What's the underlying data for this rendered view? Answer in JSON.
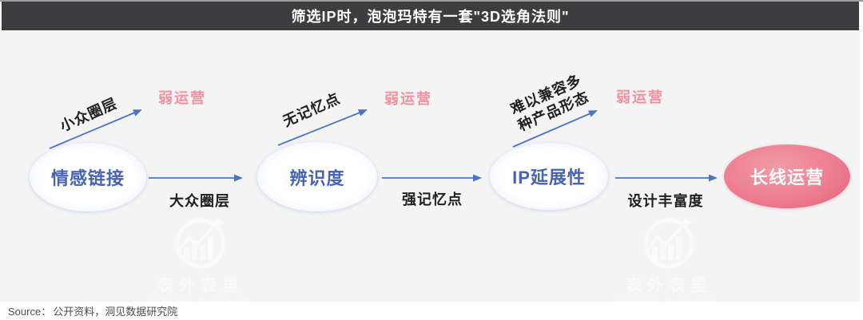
{
  "header": {
    "title": "筛选IP时，泡泡玛特有一套\"3D选角法则\""
  },
  "flow": {
    "nodes": [
      {
        "label": "情感链接"
      },
      {
        "label": "辨识度"
      },
      {
        "label": "IP延展性"
      },
      {
        "label": "长线运营"
      }
    ],
    "pass_labels": [
      "大众圈层",
      "强记忆点",
      "设计丰富度"
    ],
    "fail_causes": [
      "小众圈层",
      "无记忆点",
      "难以兼容多种产品形态"
    ],
    "fail_results": [
      "弱运营",
      "弱运营",
      "弱运营"
    ]
  },
  "watermark": {
    "brand": "表外表里",
    "brand_en": "VISION FINANCE"
  },
  "footer": {
    "source_prefix": "Source：",
    "source_text": "公开资料，洞见数据研究院"
  },
  "colors": {
    "accent_blue": "#4b74c9",
    "node_text_blue": "#4763b3",
    "fail_pink": "#f2919e",
    "final_node_pink": "#e96e84",
    "title_bar": "#3d3d3f",
    "canvas": "#f4f4f5"
  }
}
